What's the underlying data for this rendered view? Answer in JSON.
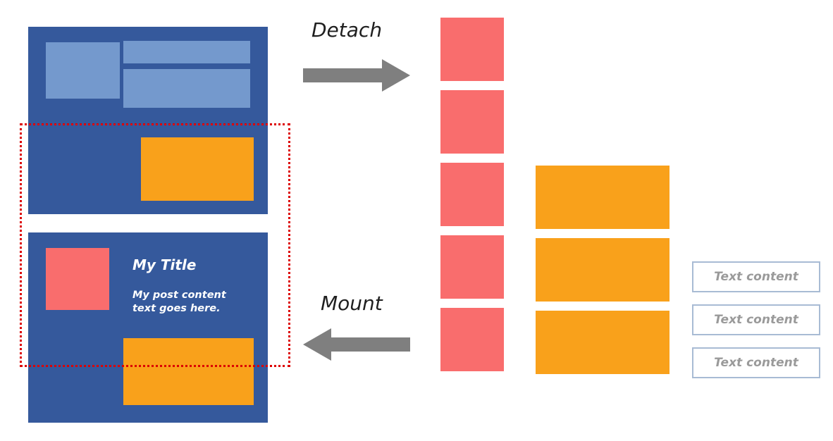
{
  "labels": {
    "detach": "Detach",
    "mount": "Mount"
  },
  "mounted_component": {
    "title": "My Title",
    "body": "My post content text goes here."
  },
  "detached_items": {
    "red_squares": 5,
    "orange_blocks": 3
  },
  "text_boxes": [
    {
      "label": "Text content"
    },
    {
      "label": "Text content"
    },
    {
      "label": "Text content"
    }
  ],
  "colors": {
    "panel_blue": "#35599c",
    "light_blue": "#7499cd",
    "orange": "#f9a11b",
    "salmon_red": "#f96d6d",
    "dotted_outline_red": "#dd0000",
    "arrow_gray": "#7f7f7f",
    "muted_text_gray": "#9a9a9a",
    "text_box_border": "#a8bbd4"
  }
}
